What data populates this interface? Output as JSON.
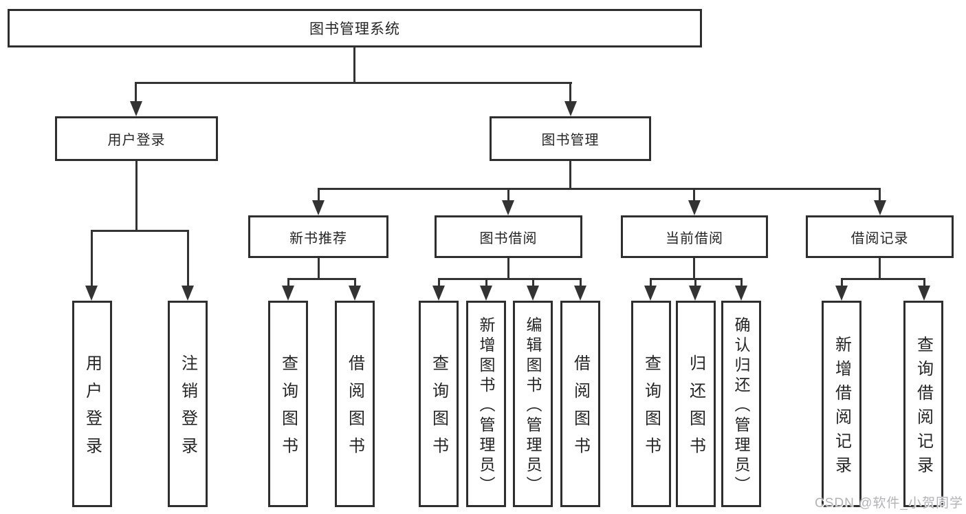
{
  "diagram": {
    "root": {
      "label": "图书管理系统"
    },
    "level2": [
      {
        "label": "用户登录"
      },
      {
        "label": "图书管理"
      }
    ],
    "level3": [
      {
        "label": "新书推荐"
      },
      {
        "label": "图书借阅"
      },
      {
        "label": "当前借阅"
      },
      {
        "label": "借阅记录"
      }
    ],
    "leaves": [
      {
        "label": "用户登录"
      },
      {
        "label": "注销登录"
      },
      {
        "label": "查询图书"
      },
      {
        "label": "借阅图书"
      },
      {
        "label": "查询图书"
      },
      {
        "label": "新增图书（管理员）"
      },
      {
        "label": "编辑图书（管理员）"
      },
      {
        "label": "借阅图书"
      },
      {
        "label": "查询图书"
      },
      {
        "label": "归还图书"
      },
      {
        "label": "确认归还（管理员）"
      },
      {
        "label": "新增借阅记录"
      },
      {
        "label": "查询借阅记录"
      }
    ]
  },
  "watermark": {
    "text": "CSDN @软件_小贺同学"
  },
  "colors": {
    "line": "#333333",
    "border": "#2e2e2e",
    "text": "#252525",
    "watermark": "#b3b3b6",
    "background": "#ffffff"
  }
}
